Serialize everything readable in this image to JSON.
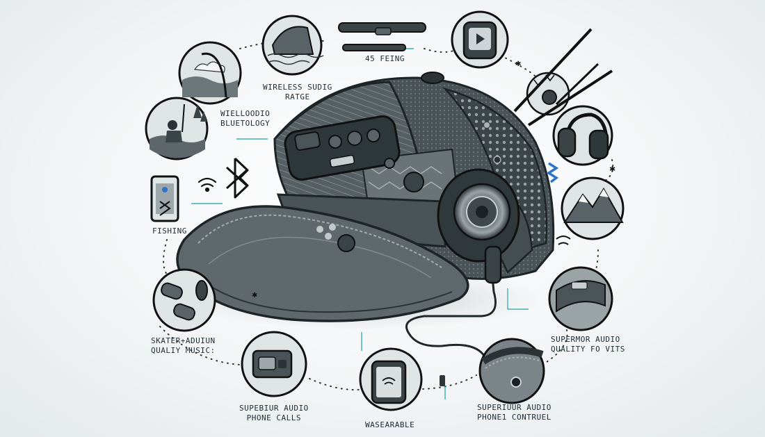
{
  "labels": {
    "feature_45": "45 FEING",
    "wireless_range_1": "WIRELESS SUDIG",
    "wireless_range_2": "RATGE",
    "wielloodio_1": "WIELLOODIO",
    "wielloodio_2": "BLUETOLOGY",
    "fishing": "FISHING",
    "skater_1": "SKATER+ADUIUN",
    "skater_2": "QUALIY MUSIC:",
    "superior_audio_right_1": "SUPERMOR AUDIO",
    "superior_audio_right_2": "QUALITY FO VITS",
    "phone_calls_1": "SUPEBIUR AUDIO",
    "phone_calls_2": "PHONE CALLS",
    "washable": "WASEARABLE",
    "phone_control_1": "SUPERIUUR AUDIO",
    "phone_control_2": "PHONE1 CONTRUEL"
  },
  "colors": {
    "ink": "#1e2b33",
    "cap_dark": "#3a4448",
    "cap_mid": "#5c676b",
    "cap_light": "#8f999c",
    "teal_accent": "#1aa3a3",
    "blue_accent": "#2b74c9"
  }
}
